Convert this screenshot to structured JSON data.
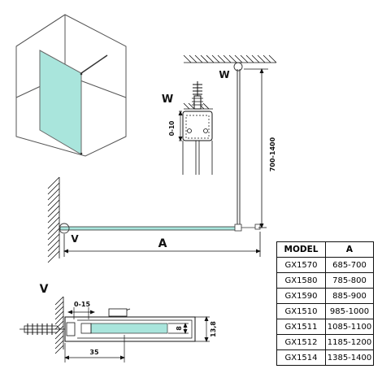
{
  "labels": {
    "w_top": "W",
    "w_detail": "W",
    "v_plan": "V",
    "v_detail": "V",
    "dim_a": "A",
    "dim_height": "700-1400",
    "dim_0_10": "0-10",
    "dim_0_15": "0-15",
    "dim_35": "35",
    "dim_8": "8",
    "dim_13_8": "13,8"
  },
  "table": {
    "headers": [
      "MODEL",
      "A"
    ],
    "rows": [
      [
        "GX1570",
        "685-700"
      ],
      [
        "GX1580",
        "785-800"
      ],
      [
        "GX1590",
        "885-900"
      ],
      [
        "GX1510",
        "985-1000"
      ],
      [
        "GX1511",
        "1085-1100"
      ],
      [
        "GX1512",
        "1185-1200"
      ],
      [
        "GX1514",
        "1385-1400"
      ]
    ]
  },
  "colors": {
    "glass": "#a9e5dc",
    "glass_light": "#c5eee8",
    "line": "#111111",
    "gray": "#555555"
  }
}
